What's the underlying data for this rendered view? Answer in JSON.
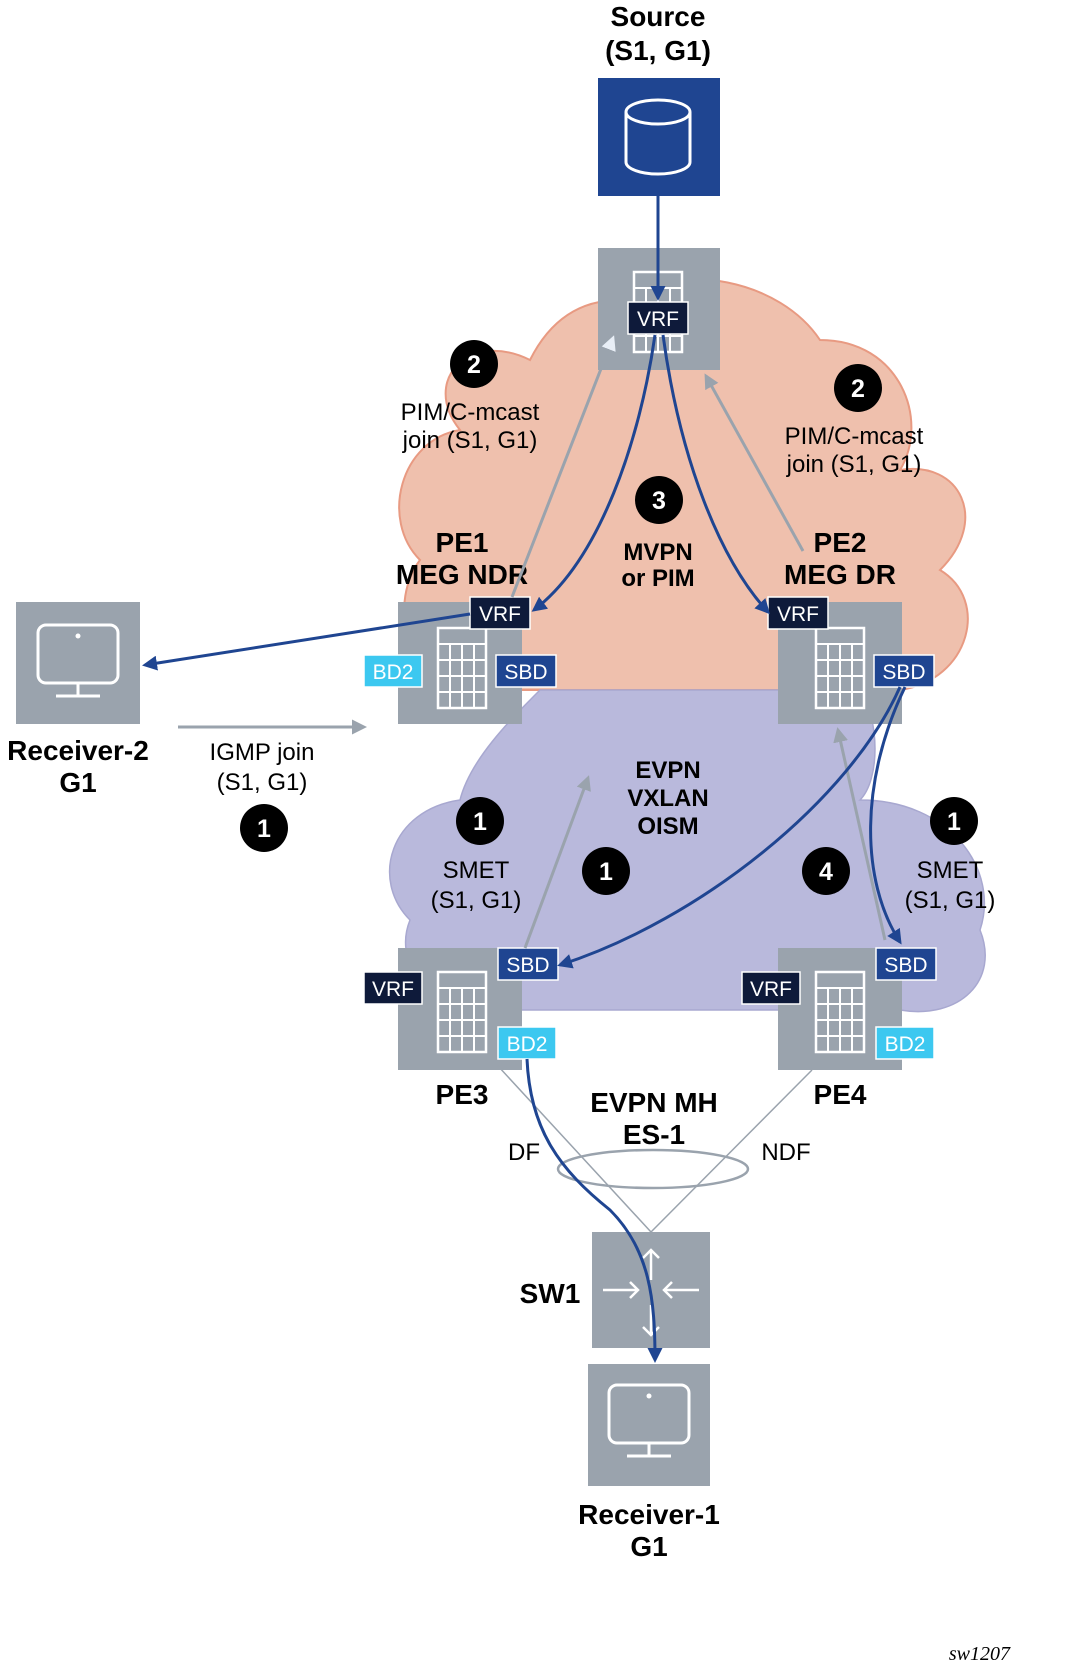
{
  "colors": {
    "source_box": "#1f4591",
    "node_gray": "#9aa3ad",
    "cloud_salmon": "#efc0ad",
    "cloud_salmon_border": "#e89a82",
    "cloud_lavender": "#b9b9dc",
    "vrf_tag": "#0e1a3a",
    "sbd_tag": "#1f4591",
    "bd2_tag": "#3cc8f0",
    "arrow_dark": "#1f4591",
    "arrow_gray": "#9aa3ad",
    "badge": "#000000"
  },
  "source": {
    "title": "Source",
    "subtitle": "(S1, G1)",
    "icon": "database-icon"
  },
  "top_router": {
    "vrf_label": "VRF",
    "icon": "router-icon"
  },
  "pe1": {
    "name": "PE1",
    "role": "MEG NDR",
    "vrf": "VRF",
    "bd2": "BD2",
    "sbd": "SBD"
  },
  "pe2": {
    "name": "PE2",
    "role": "MEG DR",
    "vrf": "VRF",
    "sbd": "SBD"
  },
  "pe3": {
    "name": "PE3",
    "vrf": "VRF",
    "sbd": "SBD",
    "bd2": "BD2"
  },
  "pe4": {
    "name": "PE4",
    "vrf": "VRF",
    "sbd": "SBD",
    "bd2": "BD2"
  },
  "sw1": {
    "name": "SW1",
    "icon": "switch-icon"
  },
  "receiver1": {
    "name": "Receiver-1",
    "group": "G1",
    "icon": "monitor-icon"
  },
  "receiver2": {
    "name": "Receiver-2",
    "group": "G1",
    "icon": "monitor-icon"
  },
  "labels": {
    "pim_left_line1": "PIM/C-mcast",
    "pim_left_line2": "join (S1, G1)",
    "pim_right_line1": "PIM/C-mcast",
    "pim_right_line2": "join (S1, G1)",
    "mvpn_line1": "MVPN",
    "mvpn_line2": "or PIM",
    "evpn_line1": "EVPN",
    "evpn_line2": "VXLAN",
    "evpn_line3": "OISM",
    "igmp_line1": "IGMP join",
    "igmp_line2": "(S1, G1)",
    "smet_left_line1": "SMET",
    "smet_left_line2": "(S1, G1)",
    "smet_right_line1": "SMET",
    "smet_right_line2": "(S1, G1)",
    "evpn_mh_line1": "EVPN MH",
    "evpn_mh_line2": "ES-1",
    "df": "DF",
    "ndf": "NDF",
    "figure_id": "sw1207"
  },
  "badges": {
    "pim_left": "2",
    "pim_right": "2",
    "mvpn": "3",
    "igmp": "1",
    "smet_left": "1",
    "smet_center": "1",
    "smet_right": "1",
    "pe2_to_pe3": "4"
  }
}
